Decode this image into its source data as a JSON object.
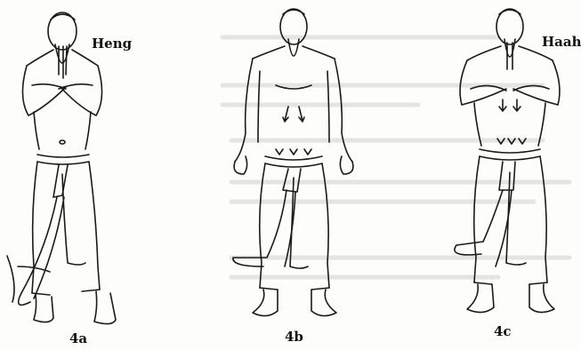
{
  "figures": [
    {
      "caption": "4a",
      "sound": "Heng"
    },
    {
      "caption": "4b",
      "sound": ""
    },
    {
      "caption": "4c",
      "sound": "Haah"
    }
  ]
}
